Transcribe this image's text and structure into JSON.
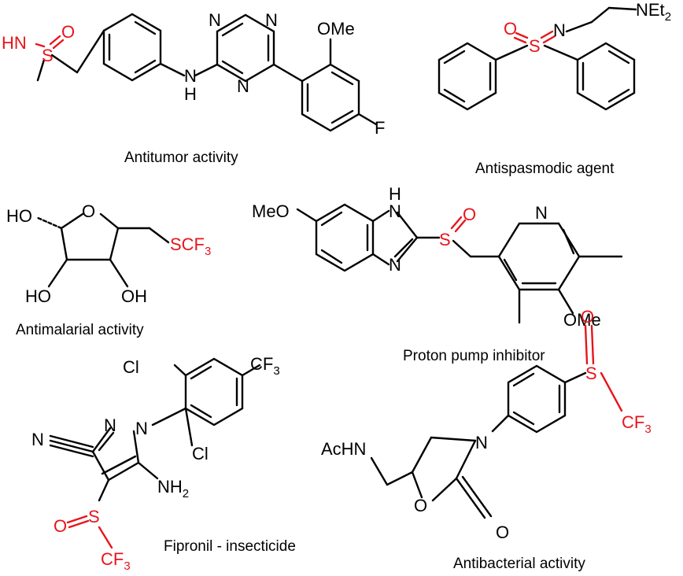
{
  "colors": {
    "ink": "#000000",
    "highlight": "#e8141b",
    "background": "#ffffff"
  },
  "molecules": {
    "antitumor": {
      "caption": "Antitumor activity",
      "labels": {
        "hn": "HN",
        "s": "S",
        "o": "O",
        "n1": "N",
        "n2": "N",
        "n3": "N",
        "nh_n": "N",
        "nh_h": "H",
        "ome": "OMe",
        "f": "F"
      }
    },
    "antispasmodic": {
      "caption": "Antispasmodic agent",
      "labels": {
        "o": "O",
        "s": "S",
        "n": "N",
        "net": "NEt",
        "net_sub": "2"
      }
    },
    "antimalarial": {
      "caption": "Antimalarial activity",
      "labels": {
        "ho1": "HO",
        "o": "O",
        "scf": "SCF",
        "scf_sub": "3",
        "ho2": "HO",
        "oh": "OH"
      }
    },
    "ppi": {
      "caption": "Proton pump inhibitor",
      "labels": {
        "meo": "MeO",
        "nh_n": "N",
        "nh_h": "H",
        "n": "N",
        "s": "S",
        "o": "O",
        "npy": "N",
        "ome": "OMe"
      }
    },
    "fipronil": {
      "caption": "Fipronil - insecticide",
      "labels": {
        "cl1": "Cl",
        "cl2": "Cl",
        "cf3": "CF",
        "cf3_sub": "3",
        "n_nitrile": "N",
        "n1": "N",
        "n2": "N",
        "nh2": "NH",
        "nh2_sub": "2",
        "o": "O",
        "s": "S",
        "cf3b": "CF",
        "cf3b_sub": "3"
      }
    },
    "antibacterial": {
      "caption": "Antibacterial activity",
      "labels": {
        "achn": "AcHN",
        "n": "N",
        "o_ring": "O",
        "o_carbonyl": "O",
        "o": "O",
        "s": "S",
        "cf3": "CF",
        "cf3_sub": "3"
      }
    }
  }
}
